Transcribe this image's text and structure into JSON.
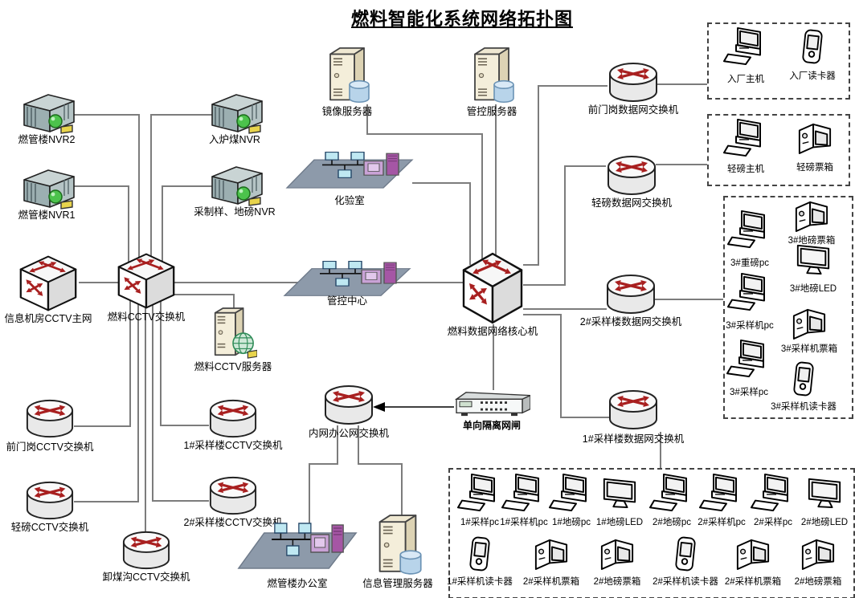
{
  "title": "燃料智能化系统网络拓扑图",
  "colors": {
    "line": "#7c7c7c",
    "arrow": "#000000",
    "accent_red": "#a81f1f",
    "panel_border": "#444444"
  },
  "nodes": [
    {
      "id": "nvr-rgl-2",
      "label": "燃管楼NVR2",
      "icon": "nvr"
    },
    {
      "id": "nvr-rlm",
      "label": "入炉煤NVR",
      "icon": "nvr"
    },
    {
      "id": "nvr-rgl-1",
      "label": "燃管楼NVR1",
      "icon": "nvr"
    },
    {
      "id": "nvr-czy-db",
      "label": "采制样、地磅NVR",
      "icon": "nvr"
    },
    {
      "id": "sw-info-cctv",
      "label": "信息机房CCTV主网",
      "icon": "switch-cube"
    },
    {
      "id": "sw-fuel-cctv",
      "label": "燃料CCTV交换机",
      "icon": "switch-cube"
    },
    {
      "id": "srv-fuel-cctv",
      "label": "燃料CCTV服务器",
      "icon": "server-globe"
    },
    {
      "id": "rt-qmg-cctv",
      "label": "前门岗CCTV交换机",
      "icon": "router"
    },
    {
      "id": "rt-qb-cctv",
      "label": "轻磅CCTV交换机",
      "icon": "router"
    },
    {
      "id": "rt-xmg-cctv",
      "label": "卸煤沟CCTV交换机",
      "icon": "router"
    },
    {
      "id": "rt-1cy-cctv",
      "label": "1#采样楼CCTV交换机",
      "icon": "router"
    },
    {
      "id": "rt-2cy-cctv",
      "label": "2#采样楼CCTV交换机",
      "icon": "router"
    },
    {
      "id": "srv-mirror",
      "label": "镜像服务器",
      "icon": "server-db"
    },
    {
      "id": "srv-mc",
      "label": "管控服务器",
      "icon": "server-db"
    },
    {
      "id": "lan-lab",
      "label": "化验室",
      "icon": "lan"
    },
    {
      "id": "lan-mcc",
      "label": "管控中心",
      "icon": "lan"
    },
    {
      "id": "sw-core",
      "label": "燃料数据网络核心机",
      "icon": "switch-cube"
    },
    {
      "id": "gw-isolation",
      "label": "单向隔离网闸",
      "icon": "gateway"
    },
    {
      "id": "rt-intranet",
      "label": "内网办公网交换机",
      "icon": "router"
    },
    {
      "id": "lan-office",
      "label": "燃管楼办公室",
      "icon": "lan"
    },
    {
      "id": "srv-ims",
      "label": "信息管理服务器",
      "icon": "server-db"
    },
    {
      "id": "rt-qmg-data",
      "label": "前门岗数据网交换机",
      "icon": "router"
    },
    {
      "id": "rt-qb-data",
      "label": "轻磅数据网交换机",
      "icon": "router"
    },
    {
      "id": "rt-2cy-data",
      "label": "2#采样楼数据网交换机",
      "icon": "router"
    },
    {
      "id": "rt-1cy-data",
      "label": "1#采样楼数据网交换机",
      "icon": "router"
    }
  ],
  "panels": [
    {
      "id": "panel-ruchang",
      "items": [
        {
          "label": "入厂主机",
          "icon": "pc"
        },
        {
          "label": "入厂读卡器",
          "icon": "reader"
        }
      ]
    },
    {
      "id": "panel-qingbang",
      "items": [
        {
          "label": "轻磅主机",
          "icon": "pc"
        },
        {
          "label": "轻磅票箱",
          "icon": "ticketbox"
        }
      ]
    },
    {
      "id": "panel-3hao",
      "items": [
        {
          "label": "3#地磅票箱",
          "icon": "ticketbox"
        },
        {
          "label": "3#重磅pc",
          "icon": "pc"
        },
        {
          "label": "3#地磅LED",
          "icon": "led"
        },
        {
          "label": "3#采样机pc",
          "icon": "pc"
        },
        {
          "label": "3#采样机票箱",
          "icon": "ticketbox"
        },
        {
          "label": "3#采样pc",
          "icon": "pc"
        },
        {
          "label": "3#采样机读卡器",
          "icon": "reader"
        }
      ]
    },
    {
      "id": "panel-bottom",
      "items": [
        {
          "label": "1#采样pc",
          "icon": "pc"
        },
        {
          "label": "1#采样机pc",
          "icon": "pc"
        },
        {
          "label": "1#地磅pc",
          "icon": "pc"
        },
        {
          "label": "1#地磅LED",
          "icon": "led"
        },
        {
          "label": "2#地磅pc",
          "icon": "pc"
        },
        {
          "label": "2#采样机pc",
          "icon": "pc"
        },
        {
          "label": "2#采样pc",
          "icon": "pc"
        },
        {
          "label": "2#地磅LED",
          "icon": "led"
        },
        {
          "label": "1#采样机读卡器",
          "icon": "reader"
        },
        {
          "label": "2#采样机票箱",
          "icon": "ticketbox"
        },
        {
          "label": "2#地磅票箱",
          "icon": "ticketbox"
        },
        {
          "label": "2#采样机读卡器",
          "icon": "reader"
        },
        {
          "label": "2#采样机票箱",
          "icon": "ticketbox"
        },
        {
          "label": "2#地磅票箱",
          "icon": "ticketbox"
        }
      ]
    }
  ]
}
